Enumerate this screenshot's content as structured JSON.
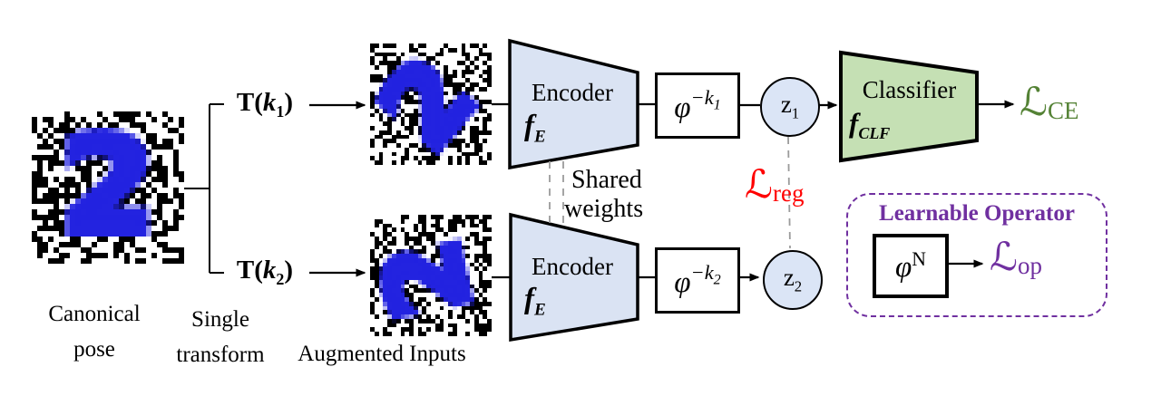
{
  "colors": {
    "encoder_fill": "#dae3f3",
    "classifier_fill": "#c5e0b4",
    "node_fill": "#dbe5f6",
    "box_stroke": "#000000",
    "digit_blue": "#2323e0",
    "loss_red": "#ff0000",
    "loss_green": "#548235",
    "accent_purple": "#7030a0",
    "dash_gray": "#9b9b9b"
  },
  "canonical": {
    "line1": "Canonical",
    "line2": "pose"
  },
  "single_transform": {
    "line1": "Single",
    "line2": "transform"
  },
  "augmented": {
    "label": "Augmented Inputs"
  },
  "transforms": {
    "t1": {
      "op": "T(",
      "arg": "k",
      "sub": "1",
      "close": ")"
    },
    "t2": {
      "op": "T(",
      "arg": "k",
      "sub": "2",
      "close": ")"
    }
  },
  "encoder": {
    "title": "Encoder",
    "symbol": "f",
    "symbol_sub": "E"
  },
  "shared_weights": {
    "line1": "Shared",
    "line2": "weights"
  },
  "inverse_ops": {
    "phi": "φ",
    "op1": {
      "minus": "−",
      "k": "k",
      "sub": "1"
    },
    "op2": {
      "minus": "−",
      "k": "k",
      "sub": "2"
    }
  },
  "latents": {
    "z1": {
      "base": "z",
      "sub": "1"
    },
    "z2": {
      "base": "z",
      "sub": "2"
    }
  },
  "classifier": {
    "title": "Classifier",
    "symbol": "f",
    "symbol_sub": "CLF"
  },
  "losses": {
    "script_l": "ℒ",
    "ce_sub": "CE",
    "reg_sub": "reg",
    "op_sub": "op"
  },
  "learnable_operator": {
    "title": "Learnable Operator",
    "phi": "φ",
    "phi_sup": "N"
  },
  "noise": {
    "grid": 28,
    "digit": "2",
    "black_fraction": 0.45,
    "variants": {
      "canonical": {
        "rotation": 0,
        "seed": 11
      },
      "aug1": {
        "rotation": -50,
        "seed": 23
      },
      "aug2": {
        "rotation": -102,
        "seed": 41
      }
    }
  }
}
